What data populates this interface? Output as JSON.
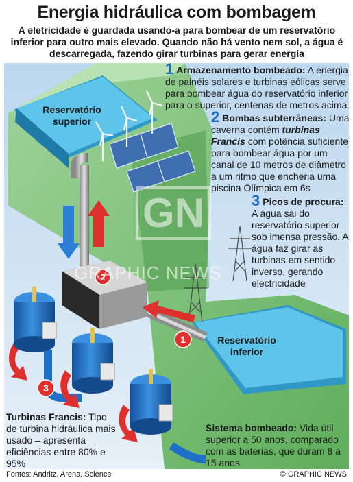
{
  "title": "Energia hidráulica com bombagem",
  "subtitle": "A eletricidade é guardada usando-a para bombear de um reservatório inferior para outro mais elevado. Quando não há vento nem sol, a água é descarregada, fazendo girar turbinas para gerar energia",
  "labels": {
    "upper_reservoir": "Reservatório superior",
    "lower_reservoir": "Reservatório inferior"
  },
  "markers": {
    "m1": "1",
    "m2": "2",
    "m3": "3"
  },
  "callouts": {
    "c1": {
      "num": "1",
      "heading": "Armazenamento bombeado:",
      "text": " A energia de painéis solares e turbinas eólicas serve para bombear água do reservatório inferior para o superior, centenas de metros acima"
    },
    "c2": {
      "num": "2",
      "heading": "Bombas subterrâneas:",
      "text_a": " Uma caverna contém ",
      "italic": "turbinas Francis",
      "text_b": " com potência suficiente para bombear água por um canal de 10 metros de diâmetro a um ritmo que encheria uma piscina Olímpica em 6s"
    },
    "c3": {
      "num": "3",
      "heading": "Picos de procura:",
      "text": " A água sai do reservatório superior sob imensa pressão. A água faz girar as turbinas em sentido inverso, gerando electricidade"
    },
    "turbines": {
      "heading": "Turbinas Francis:",
      "text": " Tipo de turbina hidráulica mais usado – apresenta eficiências entre 80% e 95%"
    },
    "system": {
      "heading": "Sistema bombeado:",
      "text": " Vida útil superior a 50 anos, comparado com as baterias, que duram 8 a 15 anos"
    }
  },
  "watermark": {
    "logo": "GN",
    "text": "GRAPHIC NEWS"
  },
  "footer": {
    "sources": "Fontes: Andritz, Arena, Science",
    "credit": "© GRAPHIC NEWS"
  },
  "colors": {
    "sky_blue": "#cfe3f1",
    "mountain_green": "#7ec27a",
    "water": "#49b8e0",
    "turbine_blue": "#1e6fc7",
    "arrow_red": "#e0302e",
    "number_blue": "#1f6fc4"
  }
}
